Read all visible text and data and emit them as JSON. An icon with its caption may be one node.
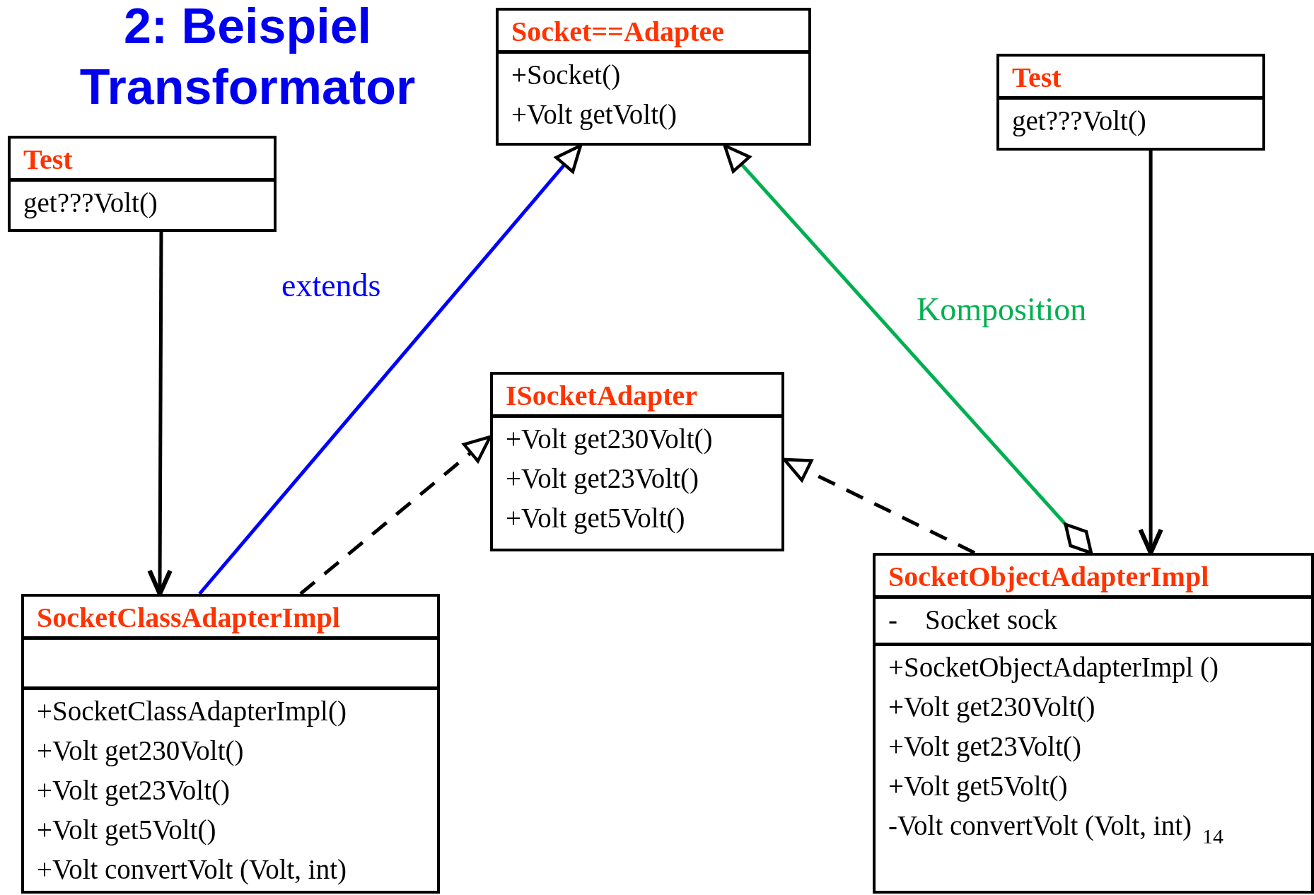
{
  "diagram": {
    "title": "2: Beispiel Transformator",
    "nodes": [
      {
        "text": [
          "Socket==Adaptee",
          "+Socket()",
          "+Volt getVolt()"
        ]
      },
      {
        "text": [
          "Test",
          "get???Volt()"
        ]
      },
      {
        "text": [
          "Test",
          "get???Volt()"
        ]
      },
      {
        "text": [
          "ISocketAdapter",
          "+Volt get230Volt()",
          "+Volt get23Volt()",
          "+Volt get5Volt()"
        ]
      },
      {
        "text": [
          "SocketClassAdapterImpl",
          "+SocketClassAdapterImpl()",
          "+Volt get230Volt()",
          "+Volt get23Volt()",
          "+Volt get5Volt()",
          "+Volt convertVolt (Volt, int)"
        ]
      },
      {
        "text": [
          "SocketObjectAdapterImpl",
          "-    Socket sock",
          "+SocketObjectAdapterImpl ()",
          "+Volt get230Volt()",
          "+Volt get23Volt()",
          "+Volt get5Volt()",
          "-Volt convertVolt (Volt, int)"
        ]
      }
    ],
    "edges": [
      {
        "from": 1,
        "to": 4,
        "arrow": "to"
      },
      {
        "from": 4,
        "to": 0,
        "arrow": "to",
        "label": "extends",
        "color": "#0000ff"
      },
      {
        "from": 4,
        "to": 3,
        "arrow": "to",
        "style": "dashed"
      },
      {
        "from": 5,
        "to": 3,
        "arrow": "to",
        "style": "dashed"
      },
      {
        "from": 5,
        "to": 0,
        "arrow": "to",
        "label": "Komposition",
        "color": "#00b050"
      },
      {
        "from": 2,
        "to": 5,
        "arrow": "to"
      }
    ],
    "labels": [
      "14"
    ]
  }
}
